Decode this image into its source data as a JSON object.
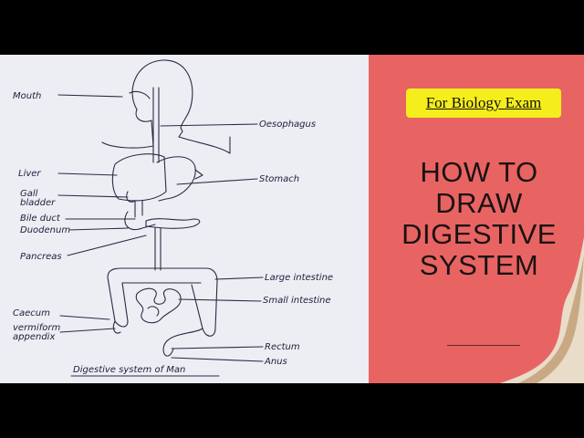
{
  "badge": {
    "text": "For Biology Exam",
    "color": "#f5ee1c"
  },
  "headline": {
    "lines": [
      "HOW TO",
      "DRAW",
      "DIGESTIVE",
      "SYSTEM"
    ]
  },
  "colors": {
    "panel": "#e86463",
    "paper": "#eceef4",
    "ink": "#2a2a44"
  },
  "diagram": {
    "labels": {
      "mouth": "Mouth",
      "oesophagus": "Oesophagus",
      "liver": "Liver",
      "stomach": "Stomach",
      "gall_bladder_1": "Gall",
      "gall_bladder_2": "bladder",
      "bile_duct": "Bile duct",
      "duodenum": "Duodenum",
      "pancreas": "Pancreas",
      "large_intestine": "Large intestine",
      "small_intestine": "Small intestine",
      "caecum": "Caecum",
      "appendix_1": "vermiform",
      "appendix_2": "appendix",
      "rectum": "Rectum",
      "anus": "Anus"
    },
    "caption": "Digestive system of Man"
  }
}
